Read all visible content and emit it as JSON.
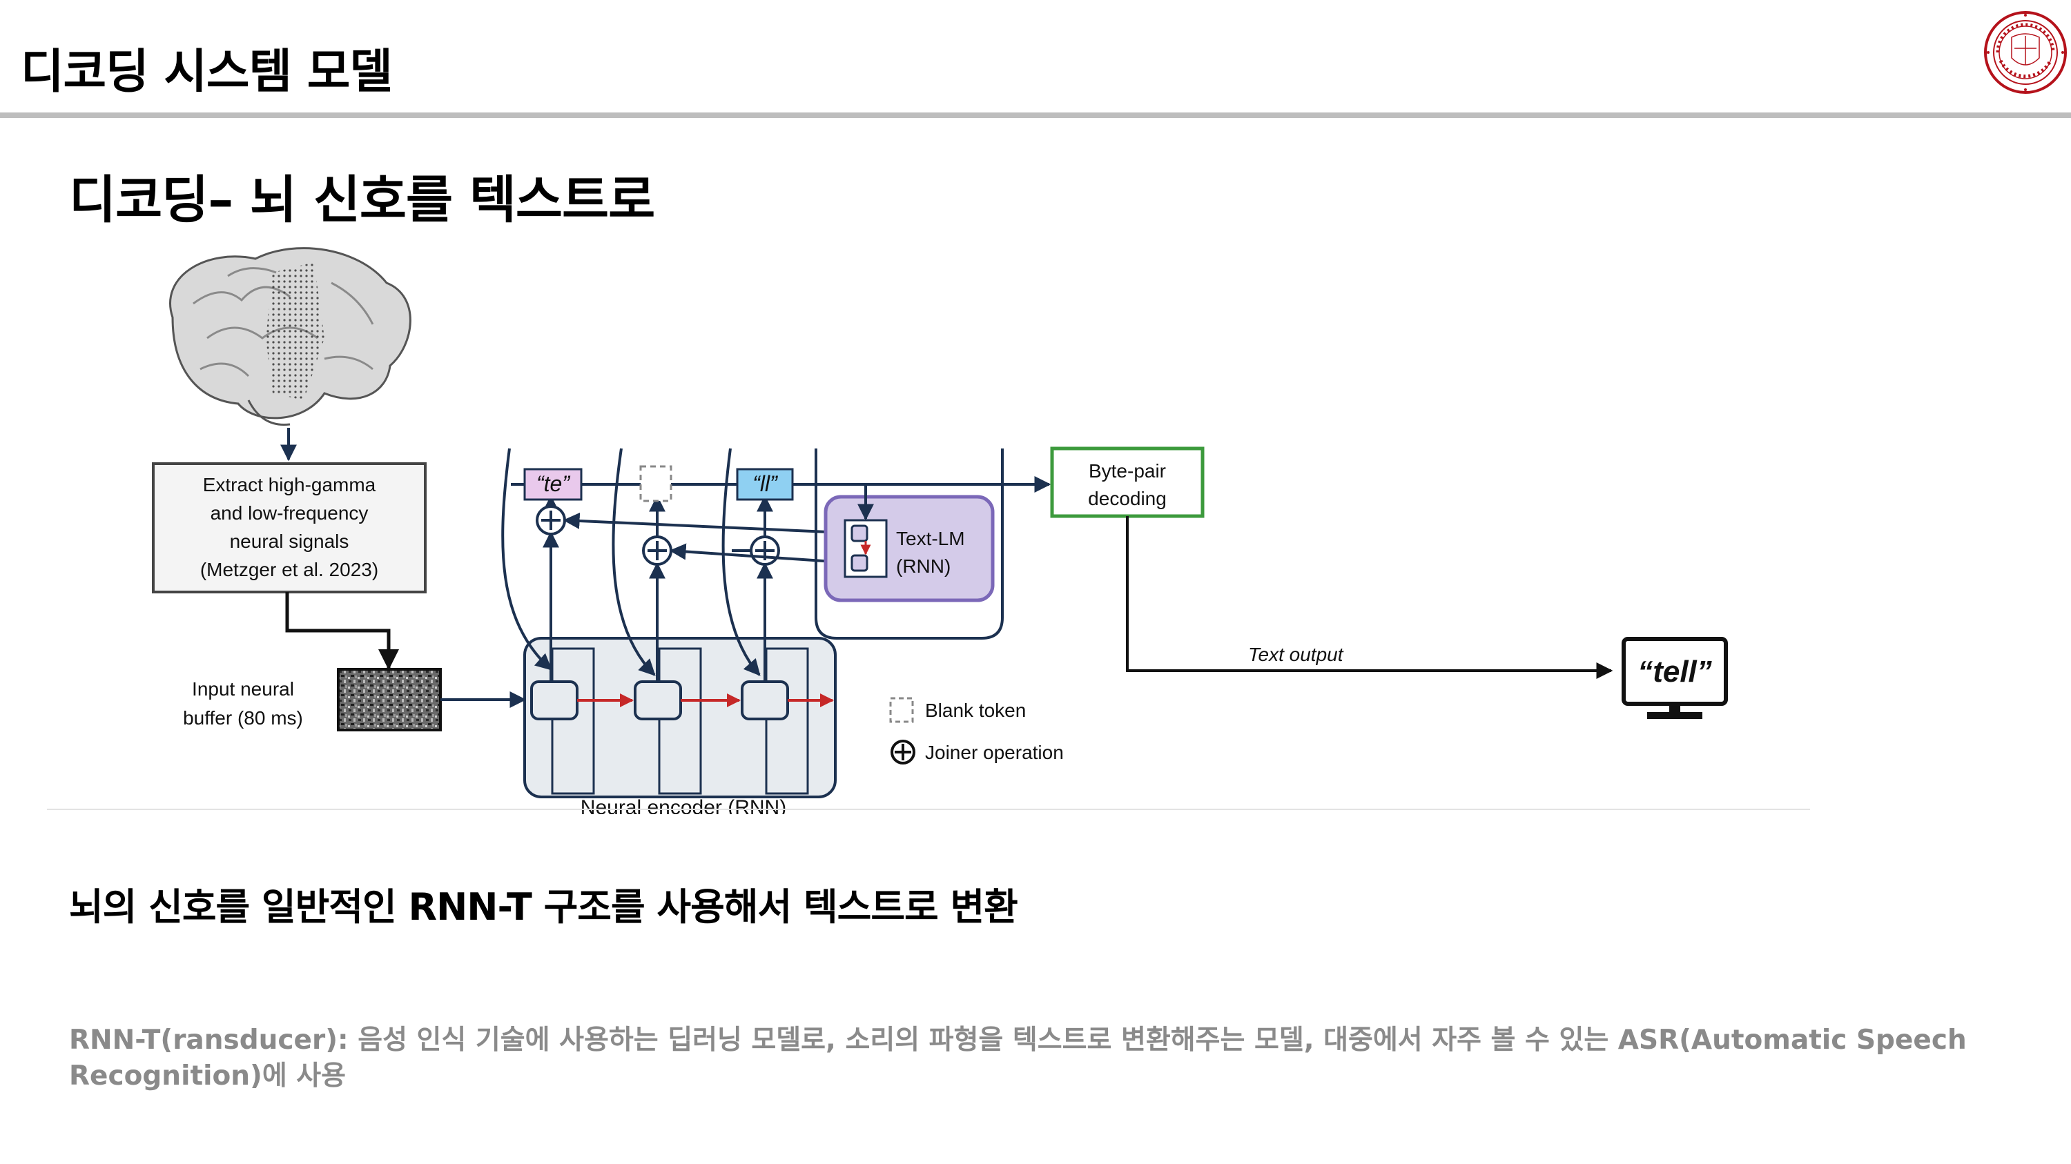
{
  "header": {
    "title": "디코딩 시스템 모델",
    "logo": {
      "name": "university-seal",
      "color": "#b5121b",
      "lettering": "SEJONG UNIVERSITY · VERITAS · 1940"
    }
  },
  "section": {
    "title": "디코딩– 뇌 신호를 텍스트로"
  },
  "diagram": {
    "extract_box": [
      "Extract high-gamma",
      "and low-frequency",
      "neural signals",
      "(Metzger et al. 2023)"
    ],
    "input_label": [
      "Input neural",
      "buffer (80 ms)"
    ],
    "token_te": "“te”",
    "token_ll": "“ll”",
    "text_lm": [
      "Text-LM",
      "(RNN)"
    ],
    "byte_pair": [
      "Byte-pair",
      "decoding"
    ],
    "text_output_label": "Text output",
    "monitor_text": "“tell”",
    "legend_blank": "Blank token",
    "legend_joiner": "Joiner operation",
    "encoder_label": "Neural encoder (RNN)",
    "colors": {
      "navy": "#1c3150",
      "red": "#c62828",
      "token_te_fill": "#e9c9ec",
      "token_ll_fill": "#8fd0f2",
      "lm_fill": "#d4cbe9",
      "lm_stroke": "#7b68b8",
      "byte_pair_stroke": "#3c9a3c",
      "encoder_fill": "#e7ebef"
    }
  },
  "summary": "뇌의 신호를 일반적인 RNN-T 구조를 사용해서 텍스트로 변환",
  "note": "RNN-T(ransducer): 음성 인식 기술에 사용하는 딥러닝 모델로, 소리의 파형을 텍스트로 변환해주는 모델, 대중에서 자주 볼 수 있는 ASR(Automatic Speech Recognition)에 사용"
}
